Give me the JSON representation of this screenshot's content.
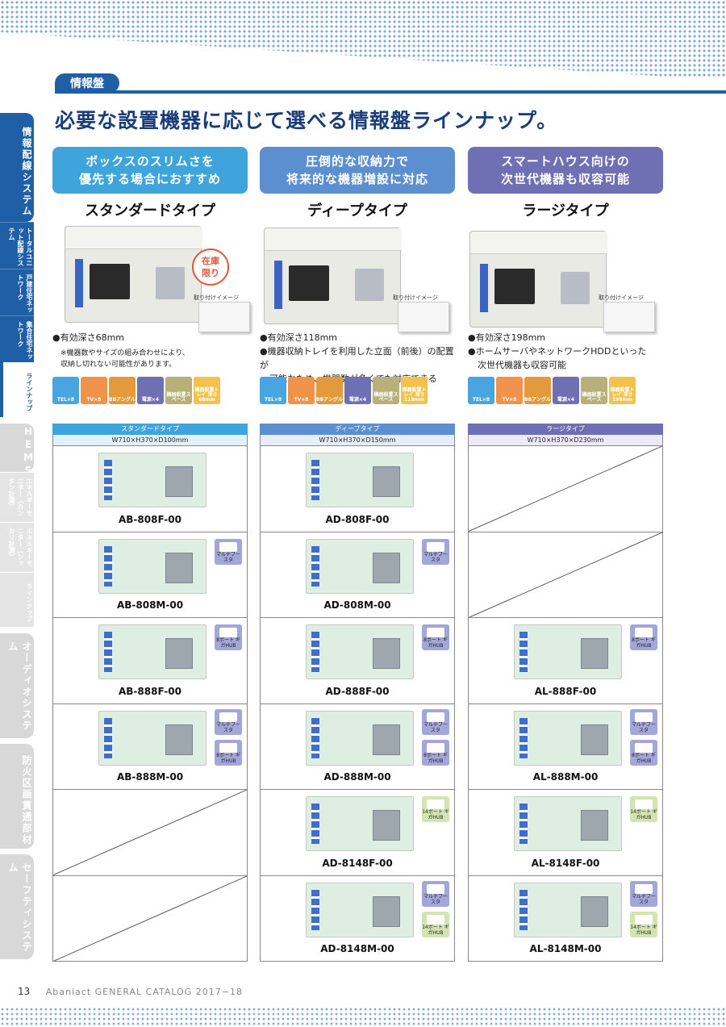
{
  "section_tag": "情報盤",
  "headline": "必要な設置機器に応じて選べる情報盤ラインナップ。",
  "side_tabs": {
    "main": "情報配線システム",
    "sub": [
      "トータルユニット配線システム",
      "戸建住宅ネットワーク",
      "集合住宅ネットワーク"
    ],
    "active": "ラインナップ",
    "hems": "HEMS",
    "hems_sub": [
      "エネルギーモニター（カンタン計測）",
      "エネルギーモニター（シッカリ計測）",
      "ラインナップ"
    ],
    "audio": "オーディオシステム",
    "fire": "防火区画貫通部材",
    "safety": "セーフティシステム"
  },
  "types": [
    {
      "banner": [
        "ボックスのスリムさを",
        "優先する場合におすすめ"
      ],
      "name": "スタンダードタイプ",
      "color": "#3fa4dc",
      "stock": [
        "在庫",
        "限り"
      ],
      "mount_label": "取り付けイメージ",
      "notes": [
        "●有効深さ68mm"
      ],
      "small_note": [
        "※機器数やサイズの組み合わせにより、",
        "収納し切れない可能性があります。"
      ],
      "icons": [
        "TEL×8",
        "TV×8",
        "BBアングル",
        "電源×4",
        "機器設置スペース",
        "機器設置トレイ 深さ 68mm"
      ]
    },
    {
      "banner": [
        "圧倒的な収納力で",
        "将来的な機器増設に対応"
      ],
      "name": "ディープタイプ",
      "color": "#5b8fcf",
      "mount_label": "取り付けイメージ",
      "notes": [
        "●有効深さ118mm",
        "●機器収納トレイを利用した立面（前後）の配置が",
        "可能なため、機器数が多くても対応できる"
      ],
      "icons": [
        "TEL×8",
        "TV×8",
        "BBアングル",
        "電源×4",
        "機器設置スペース",
        "機器設置トレイ 深さ 118mm"
      ]
    },
    {
      "banner": [
        "スマートハウス向けの",
        "次世代機器も収容可能"
      ],
      "name": "ラージタイプ",
      "color": "#6f6fb4",
      "mount_label": "取り付けイメージ",
      "notes": [
        "●有効深さ198mm",
        "●ホームサーバやネットワークHDDといった",
        "次世代機器も収容可能"
      ],
      "icons": [
        "TEL×8",
        "TV×8",
        "BBアングル",
        "電源×4",
        "機器設置スペース",
        "機器設置トレイ 深さ 198mm"
      ]
    }
  ],
  "table": {
    "columns": [
      {
        "head": "スタンダードタイプ",
        "dim": "W710×H370×D100mm",
        "head_color": "#3fa4dc",
        "dim_bg": "#e3f1fa"
      },
      {
        "head": "ディープタイプ",
        "dim": "W710×H370×D150mm",
        "head_color": "#5b8fcf",
        "dim_bg": "#e6edf8"
      },
      {
        "head": "ラージタイプ",
        "dim": "W710×H370×D230mm",
        "head_color": "#6f6fb4",
        "dim_bg": "#ebebf6"
      }
    ],
    "rows": [
      [
        "AB-808F-00",
        "AD-808F-00",
        ""
      ],
      [
        "AB-808M-00",
        "AD-808M-00",
        ""
      ],
      [
        "AB-888F-00",
        "AD-888F-00",
        "AL-888F-00"
      ],
      [
        "AB-888M-00",
        "AD-888M-00",
        "AL-888M-00"
      ],
      [
        "",
        "AD-8148F-00",
        "AL-8148F-00"
      ],
      [
        "",
        "AD-8148M-00",
        "AL-8148M-00"
      ]
    ],
    "options": {
      "multi": "マルチブースタ",
      "hub8": "8ポート ギガHUB",
      "hub14": "14ポート ギガHUB"
    }
  },
  "footer": {
    "page": "13",
    "catalog": "Abaniact GENERAL CATALOG 2017−18"
  }
}
